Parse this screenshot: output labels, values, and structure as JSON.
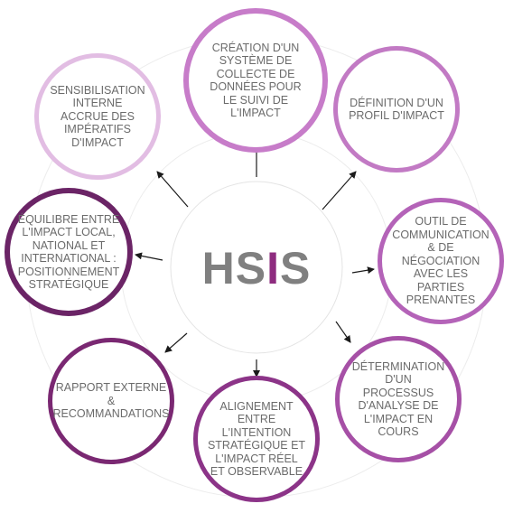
{
  "center": {
    "prefix": "HS",
    "accent": "I",
    "suffix": "S",
    "prefix_color": "#808080",
    "accent_color": "#8e2c7f"
  },
  "guide_color": "#ececec",
  "arrow_color": "#1a1a1a",
  "nodes": [
    {
      "id": "top",
      "label": "CRÉATION D'UN\nSYSTÈME DE\nCOLLECTE DE\nDONNÉES POUR\nLE SUIVI DE\nL'IMPACT",
      "border_color": "#c77cc9"
    },
    {
      "id": "top-right",
      "label": "DÉFINITION D'UN\nPROFIL D'IMPACT",
      "border_color": "#c27ac4"
    },
    {
      "id": "right",
      "label": "OUTIL DE\nCOMMUNICATION\n& DE\nNÉGOCIATION\nAVEC LES\nPARTIES\nPRENANTES",
      "border_color": "#b463b8"
    },
    {
      "id": "bottom-right",
      "label": "DÉTERMINATION\nD'UN\nPROCESSUS\nD'ANALYSE DE\nL'IMPACT EN\nCOURS",
      "border_color": "#a650a6"
    },
    {
      "id": "bottom",
      "label": "ALIGNEMENT\nENTRE\nL'INTENTION\nSTRATÉGIQUE ET\nL'IMPACT RÉEL\nET OBSERVABLE",
      "border_color": "#8c3488"
    },
    {
      "id": "bottom-left",
      "label": "RAPPORT EXTERNE\n&\nRECOMMANDATIONS",
      "border_color": "#7a2872"
    },
    {
      "id": "left",
      "label": "ÉQUILIBRE ENTRE\nL'IMPACT LOCAL,\nNATIONAL ET\nINTERNATIONAL :\nPOSITIONNEMENT\nSTRATÉGIQUE",
      "border_color": "#6b2466"
    },
    {
      "id": "top-left",
      "label": "SENSIBILISATION\nINTERNE\nACCRUE DES\nIMPÉRATIFS\nD'IMPACT",
      "border_color": "#e2bde3"
    }
  ]
}
